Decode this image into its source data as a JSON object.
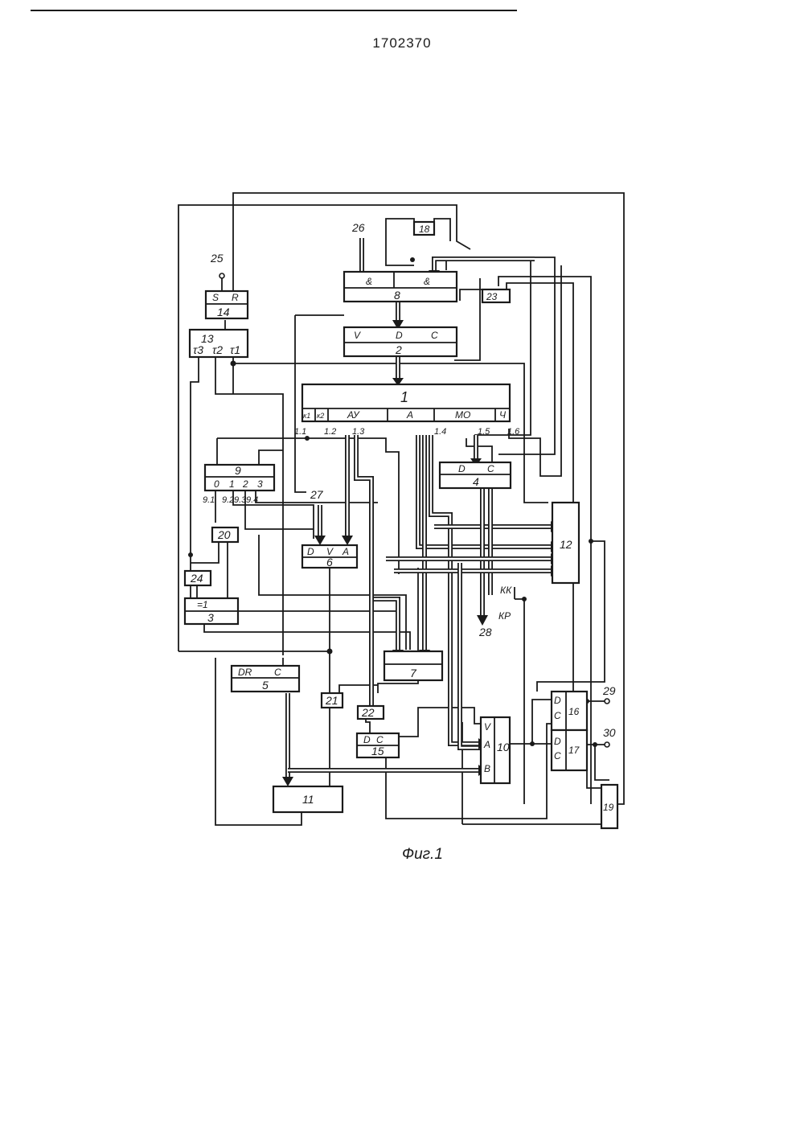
{
  "header": {
    "patent_number": "1702370"
  },
  "caption": "Фиг.1",
  "blocks": {
    "b1": {
      "number": "1",
      "fields": [
        "к1",
        "к2",
        "АУ",
        "А",
        "МО",
        "Ч"
      ]
    },
    "b2": {
      "number": "2",
      "pins": [
        "V",
        "D",
        "C"
      ]
    },
    "b3": {
      "number": "3",
      "pins": [
        "=1"
      ]
    },
    "b4": {
      "number": "4",
      "pins": [
        "D",
        "C"
      ]
    },
    "b5": {
      "number": "5",
      "pins": [
        "DR",
        "C"
      ]
    },
    "b6": {
      "number": "6",
      "pins": [
        "D",
        "V",
        "A"
      ]
    },
    "b7": {
      "number": "7"
    },
    "b8": {
      "number": "8",
      "pins": [
        "&",
        "&"
      ]
    },
    "b9": {
      "number": "9",
      "pins": [
        "0",
        "1",
        "2",
        "3"
      ]
    },
    "b10": {
      "number": "10",
      "pins": [
        "V",
        "A",
        "B"
      ]
    },
    "b11": {
      "number": "11"
    },
    "b12": {
      "number": "12"
    },
    "b13": {
      "number": "13",
      "pins": [
        "τ3",
        "τ2",
        "τ1"
      ]
    },
    "b14": {
      "number": "14",
      "pins": [
        "S",
        "R"
      ]
    },
    "b15": {
      "number": "15",
      "pins": [
        "D",
        "C"
      ]
    },
    "b16": {
      "number": "16",
      "pins": [
        "D",
        "C"
      ]
    },
    "b17": {
      "number": "17",
      "pins": [
        "D",
        "C"
      ]
    },
    "b18": {
      "number": "18"
    },
    "b19": {
      "number": "19"
    },
    "b20": {
      "number": "20"
    },
    "b21": {
      "number": "21"
    },
    "b22": {
      "number": "22"
    },
    "b23": {
      "number": "23"
    },
    "b24": {
      "number": "24"
    }
  },
  "outputs_b1": [
    "1.1",
    "1.2",
    "1.3",
    "1.4",
    "1.5",
    "1.6"
  ],
  "outputs_b9": [
    "9.1",
    "9.2",
    "9.3",
    "9.4"
  ],
  "terminals": [
    "25",
    "26",
    "27",
    "28",
    "29",
    "30"
  ],
  "signals": [
    "КК",
    "КР"
  ]
}
